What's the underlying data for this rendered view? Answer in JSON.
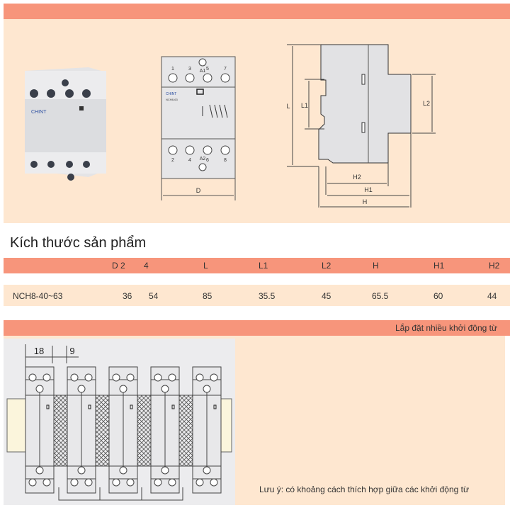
{
  "section_title": "Kích thước sản phẩm",
  "diagram_labels": {
    "front": {
      "terminals_top": [
        "1",
        "3",
        "A1",
        "5",
        "7"
      ],
      "terminals_bottom": [
        "2",
        "4",
        "A2",
        "6",
        "8"
      ],
      "brand": "CHINT",
      "model": "NCH8-63",
      "width_dim": "D"
    },
    "side": [
      "L",
      "L1",
      "L2",
      "H2",
      "H1",
      "H"
    ]
  },
  "table": {
    "headers": [
      "D 2",
      "4",
      "L",
      "L1",
      "L2",
      "H",
      "H1",
      "H2"
    ],
    "rows": [
      {
        "model": "NCH8-40~63",
        "values": [
          "36",
          "54",
          "85",
          "35.5",
          "45",
          "65.5",
          "60",
          "44"
        ]
      }
    ]
  },
  "installation": {
    "title": "Lắp đặt nhiều khởi động từ",
    "dims": [
      "18",
      "9"
    ],
    "note": "Lưu ý: có khoảng cách thích hợp giữa các khởi động từ"
  },
  "colors": {
    "band": "#f7957b",
    "panel": "#fee7d0"
  }
}
